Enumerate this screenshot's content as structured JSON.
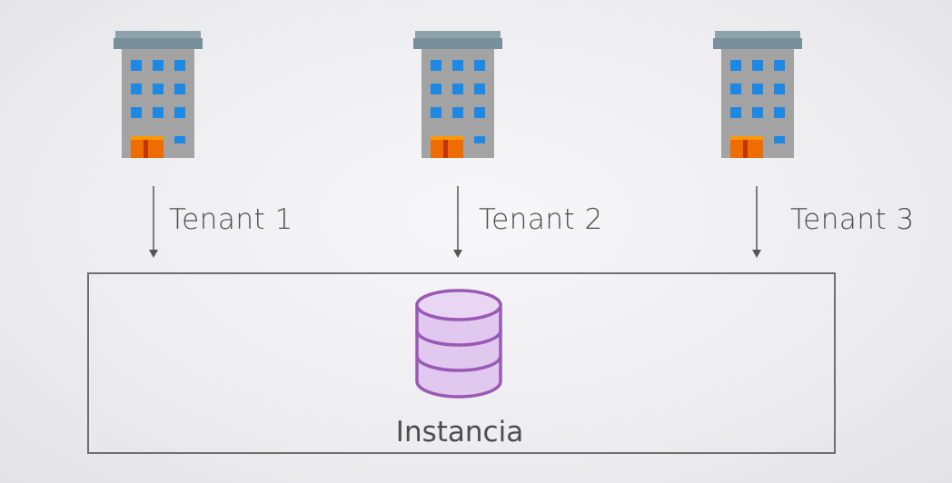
{
  "tenants": [
    {
      "label": "Tenant 1",
      "icon": "office-building-icon"
    },
    {
      "label": "Tenant 2",
      "icon": "office-building-icon"
    },
    {
      "label": "Tenant 3",
      "icon": "office-building-icon"
    }
  ],
  "instance": {
    "label": "Instancia",
    "icon": "database-icon"
  },
  "colors": {
    "building_body": "#9e9e9e",
    "building_roof": "#78909c",
    "window": "#1e88e5",
    "door": "#ef6c00",
    "database_fill": "#e1c8ef",
    "database_stroke": "#9b59b6",
    "arrow": "#555555",
    "box_border": "#6f6f6f",
    "text": "#4d4d4d"
  }
}
